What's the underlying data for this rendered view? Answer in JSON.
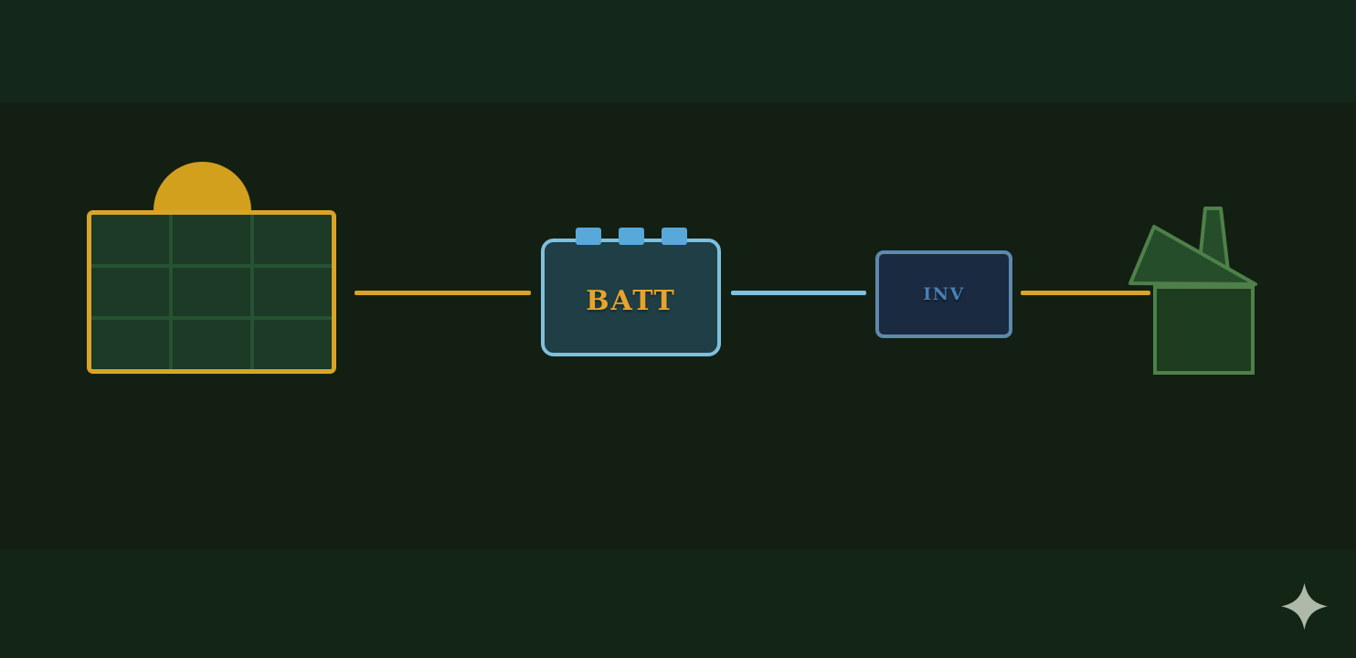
{
  "diagram": {
    "type": "energy-flow",
    "nodes": {
      "solar_panel": {
        "name": "solar-panel",
        "grid": "3x3",
        "label": ""
      },
      "battery": {
        "label": "BATT"
      },
      "inverter": {
        "label": "INV"
      },
      "house": {
        "name": "house",
        "label": ""
      }
    },
    "connections": [
      {
        "from": "solar-panel",
        "to": "battery",
        "color": "#d9a427"
      },
      {
        "from": "battery",
        "to": "inverter",
        "color": "#7fc0dd"
      },
      {
        "from": "inverter",
        "to": "house",
        "color": "#d9a427"
      }
    ]
  },
  "icons": {
    "sun": "sun-icon",
    "sparkle": "sparkle-icon"
  },
  "colors": {
    "background_middle": "#131f13",
    "background_top": "#13271a",
    "background_bottom": "#132515",
    "amber_wire": "#d9a427",
    "blue_wire": "#7fc0dd",
    "sun_fill": "#d2a01c",
    "panel_frame": "#d9a427",
    "panel_cell": "#1c3a26",
    "panel_grid_line": "#275233",
    "battery_border": "#7fc0dd",
    "battery_fill": "#1f3e45",
    "battery_label": "#e6a42c",
    "battery_terminal": "#58a8da",
    "inverter_border": "#5e88ad",
    "inverter_fill": "#1a2a40",
    "inverter_label": "#4a7fb3",
    "house_stroke": "#4e8049",
    "house_roof_fill": "#264d2a",
    "house_body_fill": "#1e3c20",
    "sparkle_fill": "#aeb9aa"
  }
}
